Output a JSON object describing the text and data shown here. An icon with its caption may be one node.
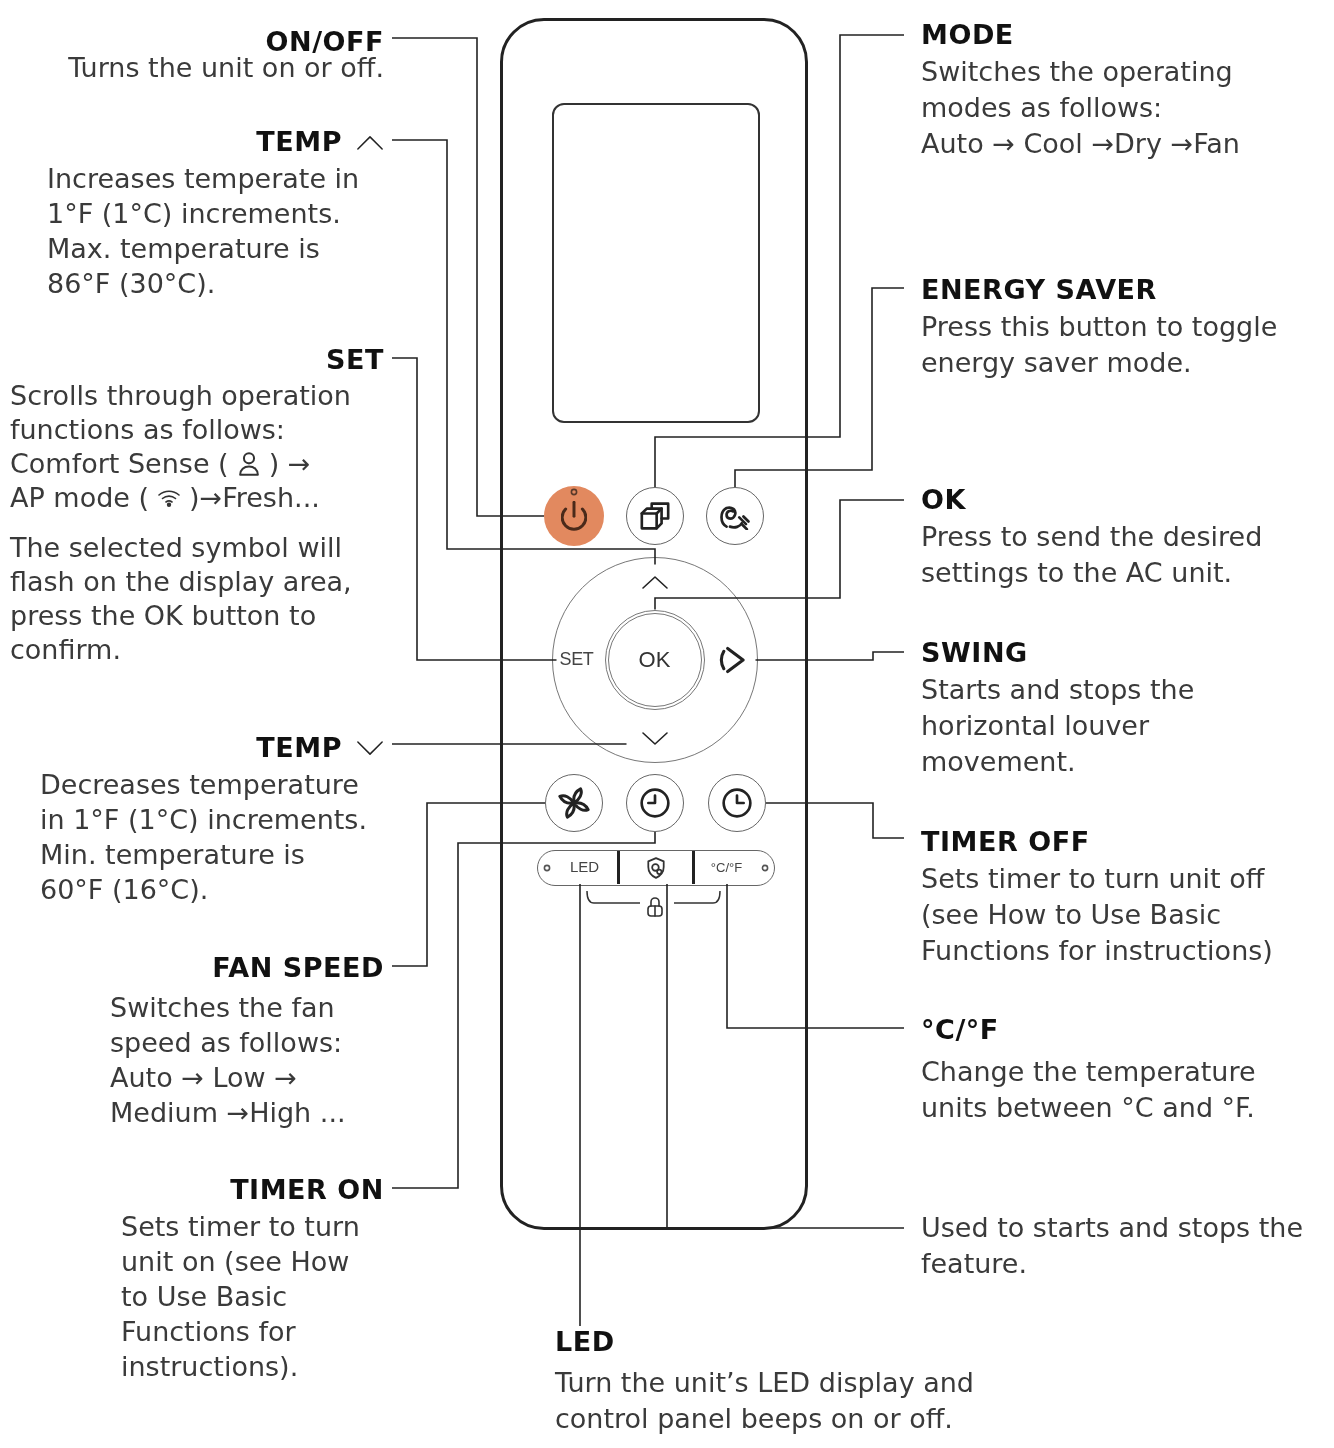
{
  "diagram": {
    "nodes": [
      {
        "text": [
          "ON/OFF",
          "Turns the unit on or off."
        ]
      },
      {
        "text": [
          "MODE",
          "Switches the operating modes as follows:",
          "Auto → Cool →Dry →Fan"
        ]
      },
      {
        "text": [
          "TEMP",
          "Increases temperate in 1°F (1°C) increments. Max. temperature is 86°F (30°C)."
        ]
      },
      {
        "text": [
          "ENERGY SAVER",
          "Press this button to toggle energy saver mode."
        ]
      },
      {
        "text": [
          "SET",
          "Scrolls through operation functions as follows:",
          "Comfort Sense (",
          ") →",
          "AP mode (",
          ")→Fresh...",
          "The selected symbol will flash on the display area, press the OK button to confirm."
        ]
      },
      {
        "text": [
          "OK",
          "Press to send the desired settings to the AC unit."
        ]
      },
      {
        "text": [
          "SWING",
          "Starts and stops the horizontal louver movement."
        ]
      },
      {
        "text": [
          "TEMP",
          "Decreases temperature in 1°F (1°C) increments. Min. temperature is 60°F (16°C)."
        ]
      },
      {
        "text": [
          "TIMER OFF",
          "Sets timer to turn unit off (see How to Use Basic Functions for instructions)"
        ]
      },
      {
        "text": [
          "FAN SPEED",
          "Switches the fan speed as follows:",
          "Auto → Low → Medium →High ..."
        ]
      },
      {
        "text": [
          "°C/°F",
          "Change the temperature units between °C and °F."
        ]
      },
      {
        "text": [
          "TIMER ON",
          "Sets timer to turn unit on (see How to Use Basic Functions for instructions)."
        ]
      },
      {
        "text": [
          "Used to starts and stops the feature."
        ]
      },
      {
        "text": [
          "LED",
          "Turn the unit’s LED display and control panel beeps on or off."
        ]
      },
      {
        "text": [],
        "shape": "box"
      },
      {
        "text": [],
        "shape": "box",
        "in": 14
      },
      {
        "text": [],
        "shape": "circle",
        "in": 14
      },
      {
        "text": [],
        "shape": "circle",
        "in": 14
      },
      {
        "text": [],
        "shape": "circle",
        "in": 14
      },
      {
        "text": [],
        "shape": "circle",
        "in": 14
      },
      {
        "text": [],
        "shape": "chevron",
        "in": 19
      },
      {
        "text": [
          "SET"
        ],
        "in": 19
      },
      {
        "text": [
          "OK"
        ],
        "in": 19
      },
      {
        "text": [],
        "shape": "picture",
        "in": 19
      },
      {
        "text": [],
        "shape": "chevron",
        "in": 19
      },
      {
        "text": [],
        "shape": "circle",
        "in": 14
      },
      {
        "text": [],
        "shape": "circle",
        "in": 14
      },
      {
        "text": [],
        "shape": "circle",
        "in": 14
      },
      {
        "text": [],
        "shape": "box",
        "in": 14
      },
      {
        "text": [
          "LED"
        ],
        "in": 28
      },
      {
        "text": [],
        "shape": "box",
        "in": 28
      },
      {
        "text": [
          "°C/°F"
        ],
        "in": 28
      }
    ],
    "edges": [
      {
        "from": 0,
        "to": 16,
        "arrow": "none"
      },
      {
        "from": 1,
        "to": 17,
        "arrow": "none"
      },
      {
        "from": 2,
        "to": 20,
        "arrow": "none"
      },
      {
        "from": 3,
        "to": 18,
        "arrow": "none"
      },
      {
        "from": 4,
        "to": 21,
        "arrow": "none"
      },
      {
        "from": 5,
        "to": 22,
        "arrow": "none"
      },
      {
        "from": 6,
        "to": 23,
        "arrow": "none"
      },
      {
        "from": 7,
        "to": 24,
        "arrow": "none"
      },
      {
        "from": 8,
        "to": 27,
        "arrow": "none"
      },
      {
        "from": 9,
        "to": 25,
        "arrow": "none"
      },
      {
        "from": 10,
        "to": 31,
        "arrow": "none"
      },
      {
        "from": 11,
        "to": 26,
        "arrow": "none"
      },
      {
        "from": 12,
        "to": 30,
        "arrow": "none"
      },
      {
        "from": 13,
        "to": 29,
        "arrow": "none"
      }
    ]
  }
}
